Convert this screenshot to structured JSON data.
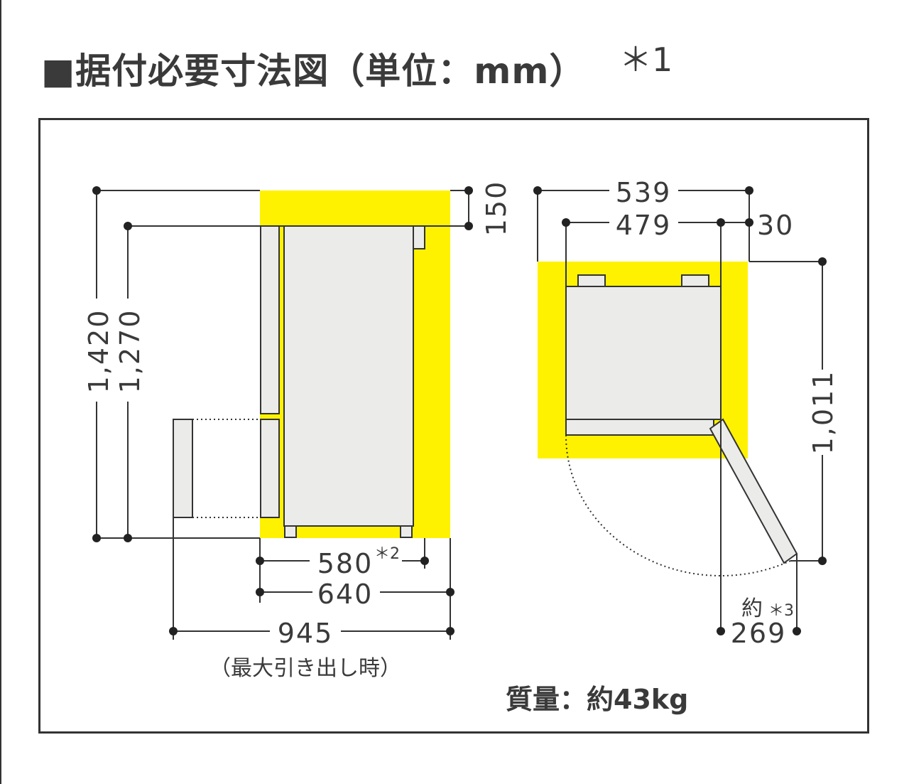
{
  "title": "■据付必要寸法図（単位：mm）",
  "title_note": "＊1",
  "colors": {
    "clearance": "#fff200",
    "body": "#ebebea",
    "line": "#333333"
  },
  "side_view": {
    "dims": {
      "total_height": "1,420",
      "body_height": "1,270",
      "top_clearance": "150",
      "depth": "580",
      "depth_note": "＊2",
      "depth_with_clearance": "640",
      "drawer_out": "945",
      "drawer_out_note": "（最大引き出し時）"
    }
  },
  "top_view": {
    "dims": {
      "width_with_clearance": "539",
      "width": "479",
      "side_clearance": "30",
      "door_open_depth": "1,011",
      "door_swing_prefix": "約",
      "door_swing_note": "＊3",
      "door_swing": "269"
    }
  },
  "mass": "質量：約43kg"
}
